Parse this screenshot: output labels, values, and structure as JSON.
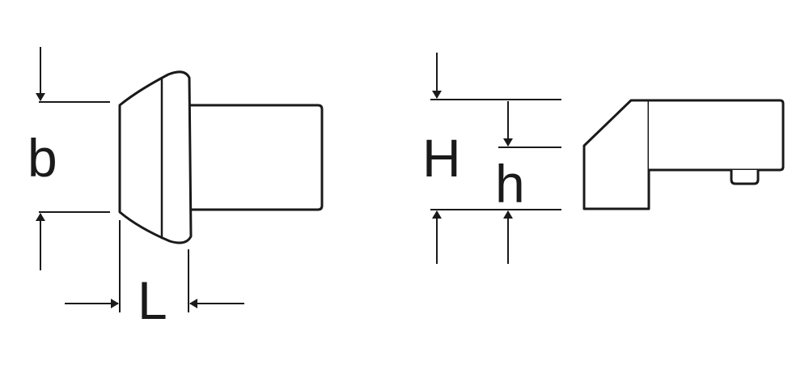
{
  "diagram": {
    "left_view": {
      "dimension_width_label": "b",
      "dimension_length_label": "L"
    },
    "right_view": {
      "dimension_total_height_label": "H",
      "dimension_partial_height_label": "h"
    },
    "line_color": "#1a1a1a",
    "background_color": "#ffffff"
  }
}
